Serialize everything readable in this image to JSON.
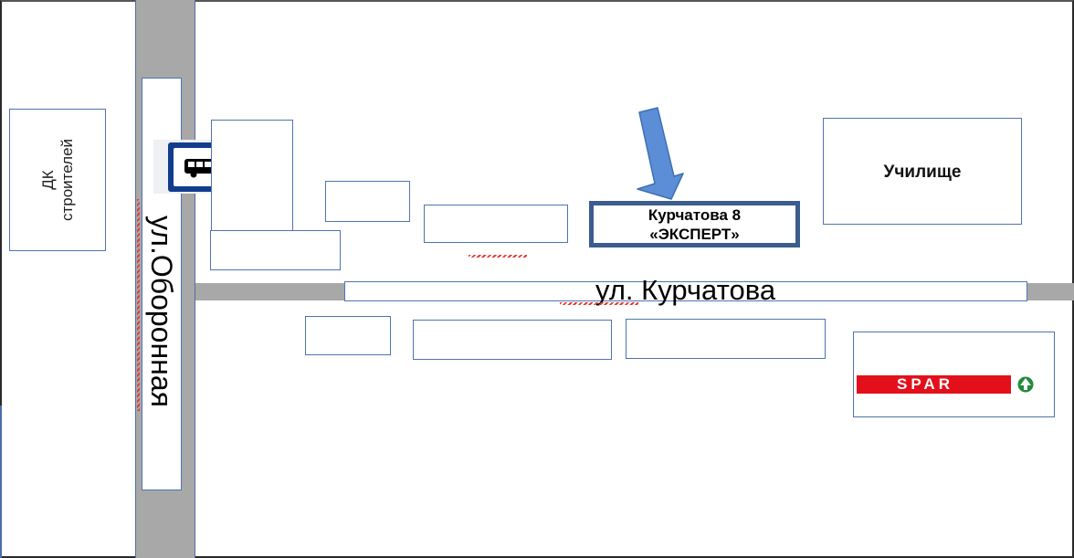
{
  "map": {
    "culture_house": {
      "line1": "ДК",
      "line2": "строителей"
    },
    "street_vertical": "ул.Оборонная",
    "street_horizontal": "ул. Курчатова",
    "target": {
      "line1": "Курчатова 8",
      "line2": "«ЭКСПЕРТ»"
    },
    "school": "Училище",
    "store": {
      "brand": "SPAR",
      "brand_color": "#e3101b",
      "icon": "spar-tree-logo"
    },
    "bus_stop": {
      "icon": "bus-icon",
      "sign_color": "#123d8c"
    },
    "arrow_color": "#5b8ed6"
  }
}
